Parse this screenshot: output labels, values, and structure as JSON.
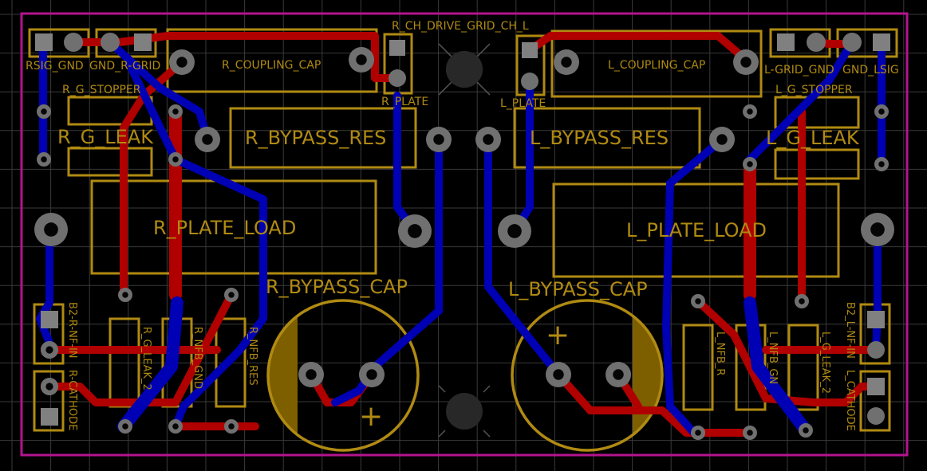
{
  "colors": {
    "background": "#000000",
    "grid": "#3a3a3a",
    "outline": "#b3148f",
    "silk": "#b08a12",
    "track_front": "#b00000",
    "track_back": "#0000b4",
    "pad": "#707070",
    "pad_square": "#808080",
    "hole": "#050505",
    "cap_fill": "#7d5f00"
  },
  "labels": {
    "rsig_gnd": "RSIG_GND",
    "gnd_r_grid": "GND_R-GRID",
    "r_coupling_cap": "R_COUPLING_CAP",
    "r_ch_drive": "R_CH_DRIVE_GRID_CH_L",
    "l_coupling_cap": "L_COUPLING_CAP",
    "l_grid_gnd": "L-GRID_GND",
    "gnd_lsig": "GND_LSIG",
    "r_g_stopper": "R_G_STOPPER",
    "r_plate": "R_PLATE",
    "l_plate": "L_PLATE",
    "l_g_stopper": "L_G_STOPPER",
    "r_g_leak": "R_G_LEAK",
    "r_bypass_res": "R_BYPASS_RES",
    "l_bypass_res": "L_BYPASS_RES",
    "l_g_leak": "L_G_LEAK",
    "r_plate_load": "R_PLATE_LOAD",
    "l_plate_load": "L_PLATE_LOAD",
    "r_bypass_cap": "R_BYPASS_CAP",
    "l_bypass_cap": "L_BYPASS_CAP",
    "b2_r_nf_in": "B2-R-NF-IN",
    "r_cathode": "R-CATHODE",
    "r_g_leak_2": "R_G_LEAK_2",
    "r_nfb_gnd": "R_NFB_GND",
    "r_nfb_res": "R_NFB_RES",
    "l_nfb_res": "L_NFB_R",
    "l_nfb_gnd": "L_NFB_GN",
    "l_g_leak_2": "L_G_LEAK_2",
    "b2_l_nf_in": "B2_L-NF-IN",
    "l_cathode": "L_CATHODE",
    "plus": "+"
  }
}
